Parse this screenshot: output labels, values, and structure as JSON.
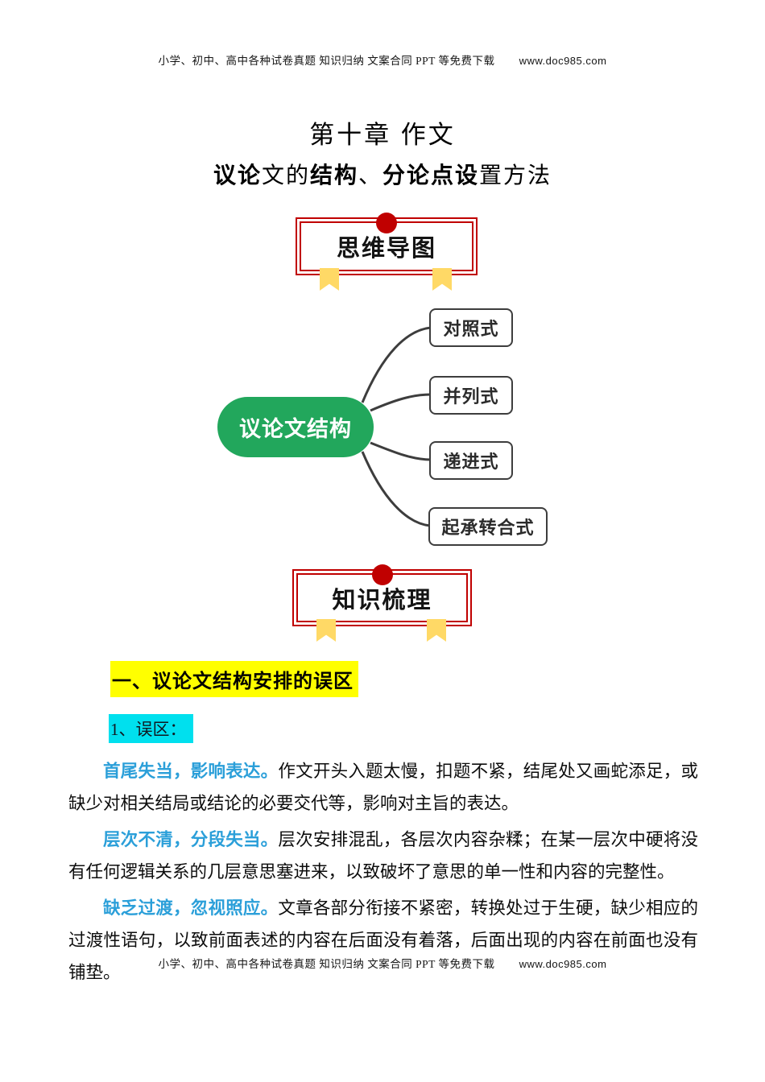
{
  "header": {
    "text": "小学、初中、高中各种试卷真题 知识归纳 文案合同 PPT 等免费下载",
    "url": "www.doc985.com"
  },
  "footer": {
    "text": "小学、初中、高中各种试卷真题 知识归纳 文案合同 PPT 等免费下载",
    "url": "www.doc985.com"
  },
  "title": "第十章 作文",
  "subtitle": {
    "full": "议论文的结构、分论点设置方法",
    "segments": [
      {
        "text": "议论",
        "bold": true
      },
      {
        "text": "文的",
        "bold": false
      },
      {
        "text": "结构",
        "bold": true
      },
      {
        "text": "、",
        "bold": false
      },
      {
        "text": "分论点设",
        "bold": true
      },
      {
        "text": "置方法",
        "bold": false
      }
    ]
  },
  "badges": {
    "mindmap": "思维导图",
    "knowledge": "知识梳理"
  },
  "mindmap": {
    "root": "议论文结构",
    "children": [
      "对照式",
      "并列式",
      "递进式",
      "起承转合式"
    ]
  },
  "section": {
    "heading": "一、议论文结构安排的误区",
    "subheading": "1、误区："
  },
  "paragraphs": [
    {
      "lead": "首尾失当，影响表达。",
      "body": "作文开头入题太慢，扣题不紧，结尾处又画蛇添足，或缺少对相关结局或结论的必要交代等，影响对主旨的表达。"
    },
    {
      "lead": "层次不清，分段失当。",
      "body": "层次安排混乱，各层次内容杂糅；在某一层次中硬将没有任何逻辑关系的几层意思塞进来，以致破坏了意思的单一性和内容的完整性。"
    },
    {
      "lead": "缺乏过渡，忽视照应。",
      "body": "文章各部分衔接不紧密，转换处过于生硬，缺少相应的过渡性语句，以致前面表述的内容在后面没有着落，后面出现的内容在前面也没有铺垫。"
    }
  ],
  "colors": {
    "red": "#c00000",
    "ribbon": "#ffd966",
    "green": "#22a75c",
    "hl-yellow": "#ffff00",
    "hl-cyan": "#00e0ee",
    "blue": "#2b9fd9",
    "line": "#3d3d3d"
  }
}
